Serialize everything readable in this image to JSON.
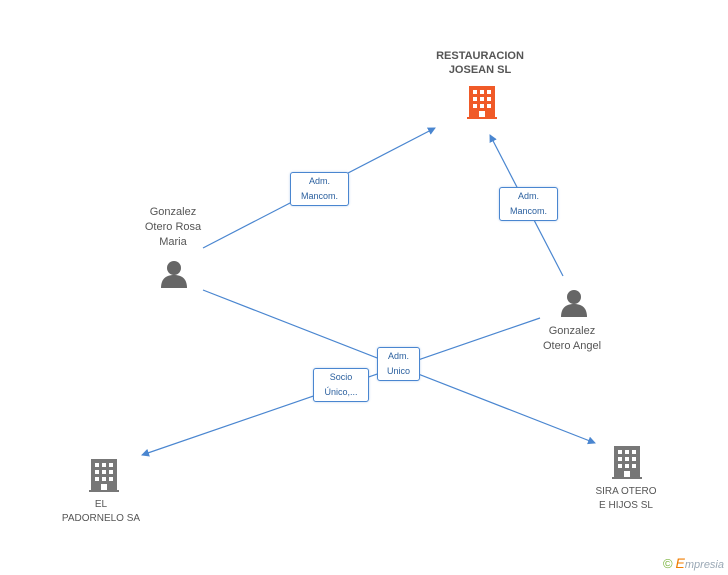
{
  "nodes": {
    "restauracion": {
      "line1": "RESTAURACION",
      "line2": "JOSEAN SL",
      "color": "#f05a28"
    },
    "rosa": {
      "line1": "Gonzalez",
      "line2": "Otero Rosa",
      "line3": "Maria"
    },
    "angel": {
      "line1": "Gonzalez",
      "line2": "Otero Angel"
    },
    "padornelo": {
      "line1": "EL",
      "line2": "PADORNELO SA"
    },
    "sira": {
      "line1": "SIRA OTERO",
      "line2": "E HIJOS  SL"
    }
  },
  "edges": {
    "rosa_restauracion": {
      "line1": "Adm.",
      "line2": "Mancom."
    },
    "angel_restauracion": {
      "line1": "Adm.",
      "line2": "Mancom."
    },
    "adm_unico": {
      "line1": "Adm.",
      "line2": "Unico"
    },
    "socio_unico": {
      "line1": "Socio",
      "line2": "Único,..."
    }
  },
  "colors": {
    "edge": "#4a86d0",
    "company_gray": "#777777",
    "person_gray": "#666666"
  },
  "footer": {
    "copyright": "©",
    "brand_first": "E",
    "brand_rest": "mpresia"
  }
}
